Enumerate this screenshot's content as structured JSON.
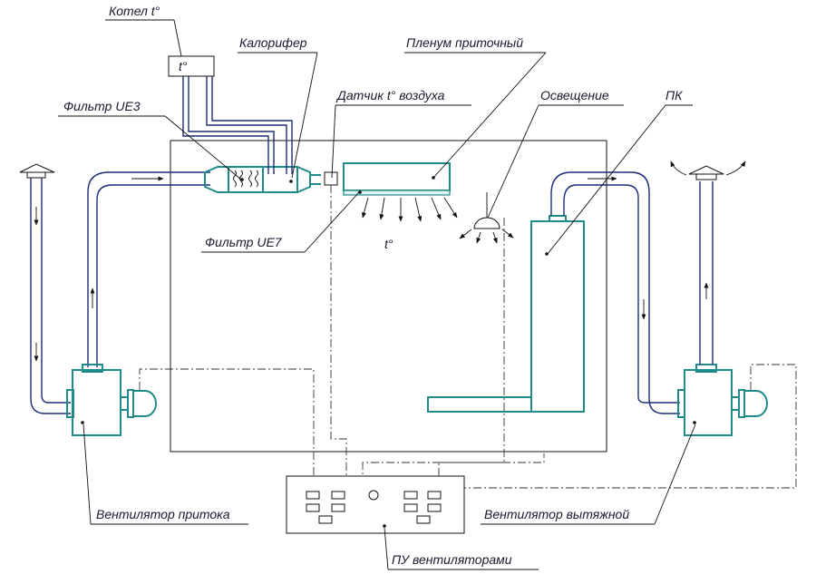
{
  "labels": {
    "boiler": "Котел t°",
    "boiler_tag": "t°",
    "heater": "Калорифер",
    "plenum": "Пленум приточный",
    "sensor": "Датчик t° воздуха",
    "filter_ue3": "Фильтр UE3",
    "lighting": "Освещение",
    "pk": "ПК",
    "filter_ue7": "Фильтр UE7",
    "room_temp": "t°",
    "supply_fan": "Вентилятор притока",
    "exhaust_fan": "Вентилятор вытяжной",
    "control_panel": "ПУ вентиляторами"
  },
  "colors": {
    "duct": "#1d2c7a",
    "equipment": "#1f8a8a",
    "text": "#1a1a2e"
  }
}
